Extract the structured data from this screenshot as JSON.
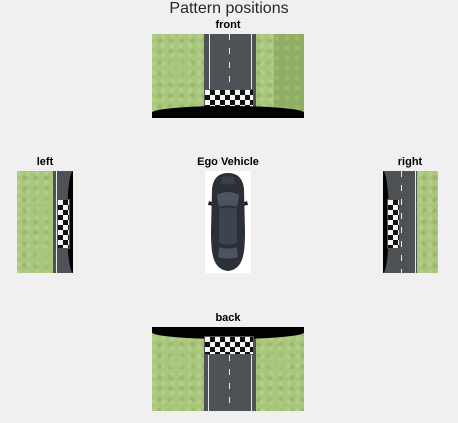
{
  "figure": {
    "title": "Pattern positions"
  },
  "views": {
    "front": "front",
    "left": "left",
    "ego": "Ego Vehicle",
    "right": "right",
    "back": "back"
  }
}
